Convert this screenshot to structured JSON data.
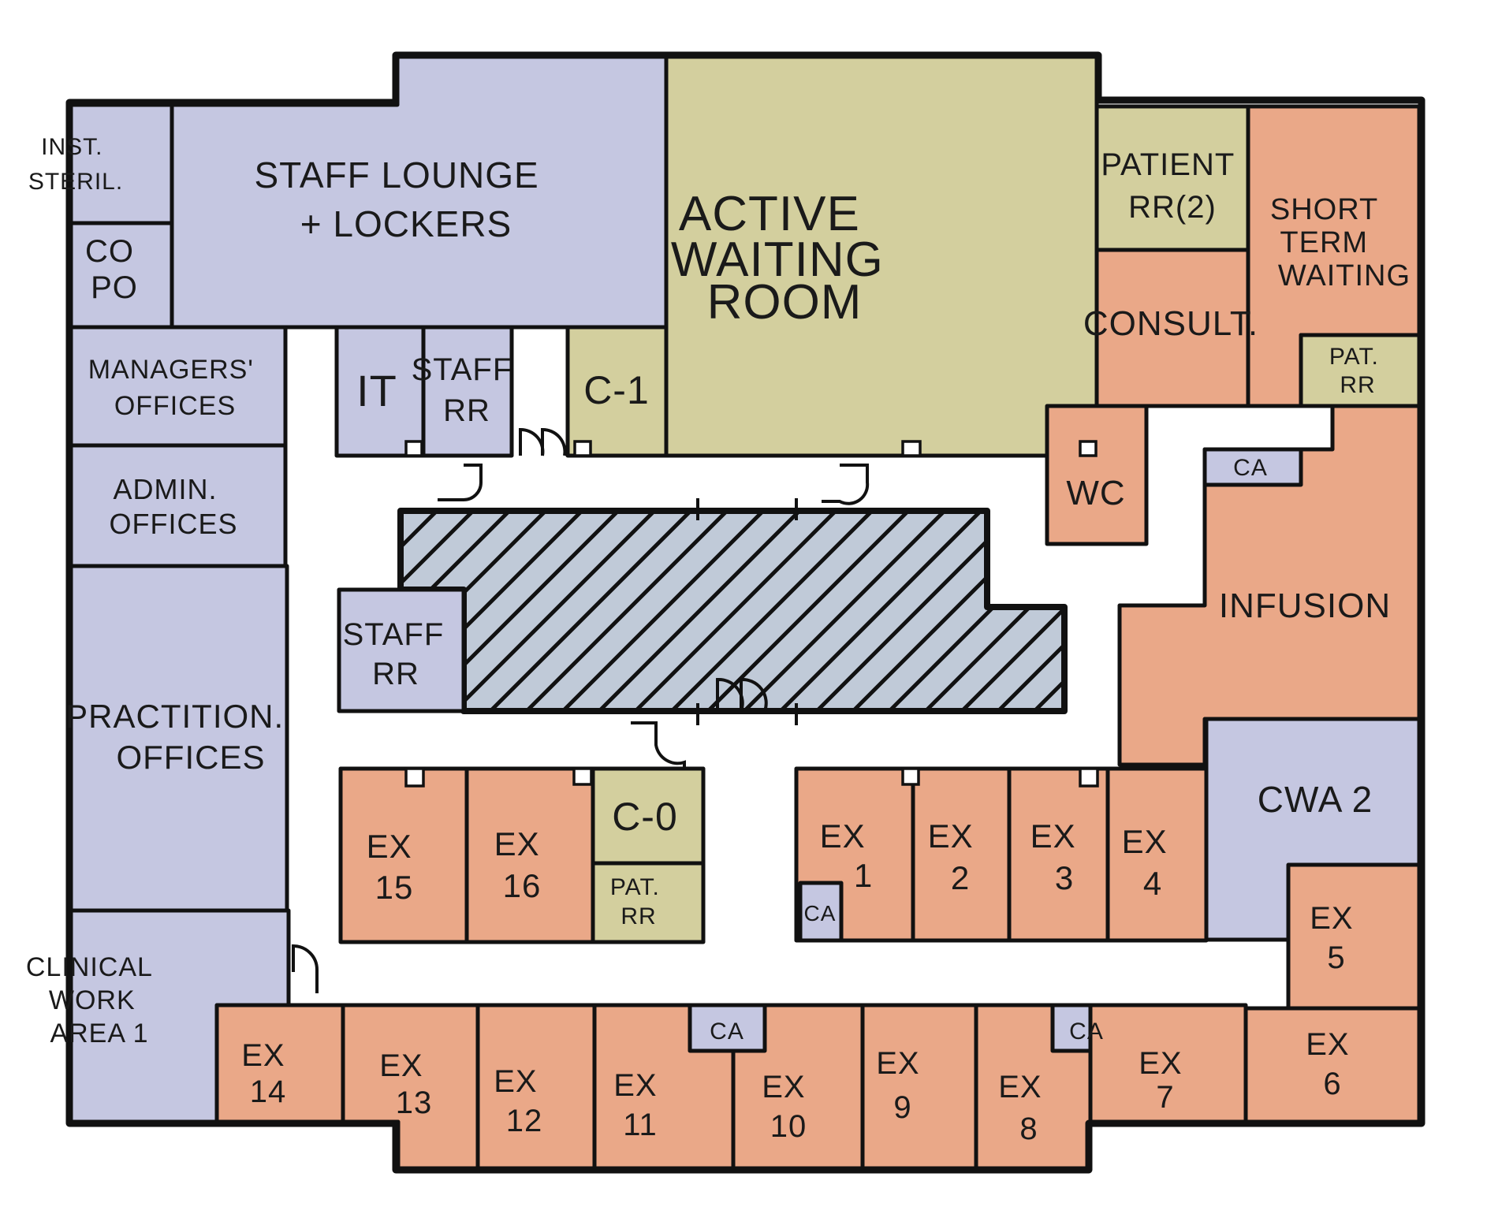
{
  "colors": {
    "staff": "#c5c7e1",
    "waiting": "#d3cf9e",
    "clinical": "#eaa888",
    "core": "#c0cad8",
    "corridor": "#ffffff",
    "line": "#111111"
  },
  "rooms": {
    "inst_steril": [
      "INST.",
      "STERIL."
    ],
    "co_po": [
      "CO",
      "PO"
    ],
    "staff_lounge": [
      "STAFF LOUNGE",
      "+ LOCKERS"
    ],
    "active_waiting": [
      "ACTIVE",
      "WAITING",
      "ROOM"
    ],
    "patient_rr2": [
      "PATIENT",
      "RR(2)"
    ],
    "short_term_waiting": [
      "SHORT",
      "TERM",
      "WAITING"
    ],
    "consult": [
      "CONSULT."
    ],
    "pat_rr_right": [
      "PAT.",
      "RR"
    ],
    "managers_offices": [
      "MANAGERS'",
      "OFFICES"
    ],
    "it": [
      "IT"
    ],
    "staff_rr_top": [
      "STAFF",
      "RR"
    ],
    "c1": [
      "C-1"
    ],
    "wc": [
      "WC"
    ],
    "ca_infusion": [
      "CA"
    ],
    "admin_offices": [
      "ADMIN.",
      "OFFICES"
    ],
    "infusion": [
      "INFUSION"
    ],
    "staff_rr_mid": [
      "STAFF",
      "RR"
    ],
    "practition_offices": [
      "PRACTITION.",
      "OFFICES"
    ],
    "cwa2": [
      "CWA 2"
    ],
    "ex15": [
      "EX",
      "15"
    ],
    "ex16": [
      "EX",
      "16"
    ],
    "c0": [
      "C-0"
    ],
    "pat_rr_mid": [
      "PAT.",
      "RR"
    ],
    "ex1": [
      "EX",
      "1"
    ],
    "ca_ex1": [
      "CA"
    ],
    "ex2": [
      "EX",
      "2"
    ],
    "ex3": [
      "EX",
      "3"
    ],
    "ex4": [
      "EX",
      "4"
    ],
    "ex5": [
      "EX",
      "5"
    ],
    "clinical_work_area1": [
      "CLINICAL",
      "WORK",
      "AREA 1"
    ],
    "ex14": [
      "EX",
      "14"
    ],
    "ex13": [
      "EX",
      "13"
    ],
    "ex12": [
      "EX",
      "12"
    ],
    "ex11": [
      "EX",
      "11"
    ],
    "ca_bottom_left": [
      "CA"
    ],
    "ex10": [
      "EX",
      "10"
    ],
    "ex9": [
      "EX",
      "9"
    ],
    "ex8": [
      "EX",
      "8"
    ],
    "ca_bottom_right": [
      "CA"
    ],
    "ex7": [
      "EX",
      "7"
    ],
    "ex6": [
      "EX",
      "6"
    ]
  }
}
